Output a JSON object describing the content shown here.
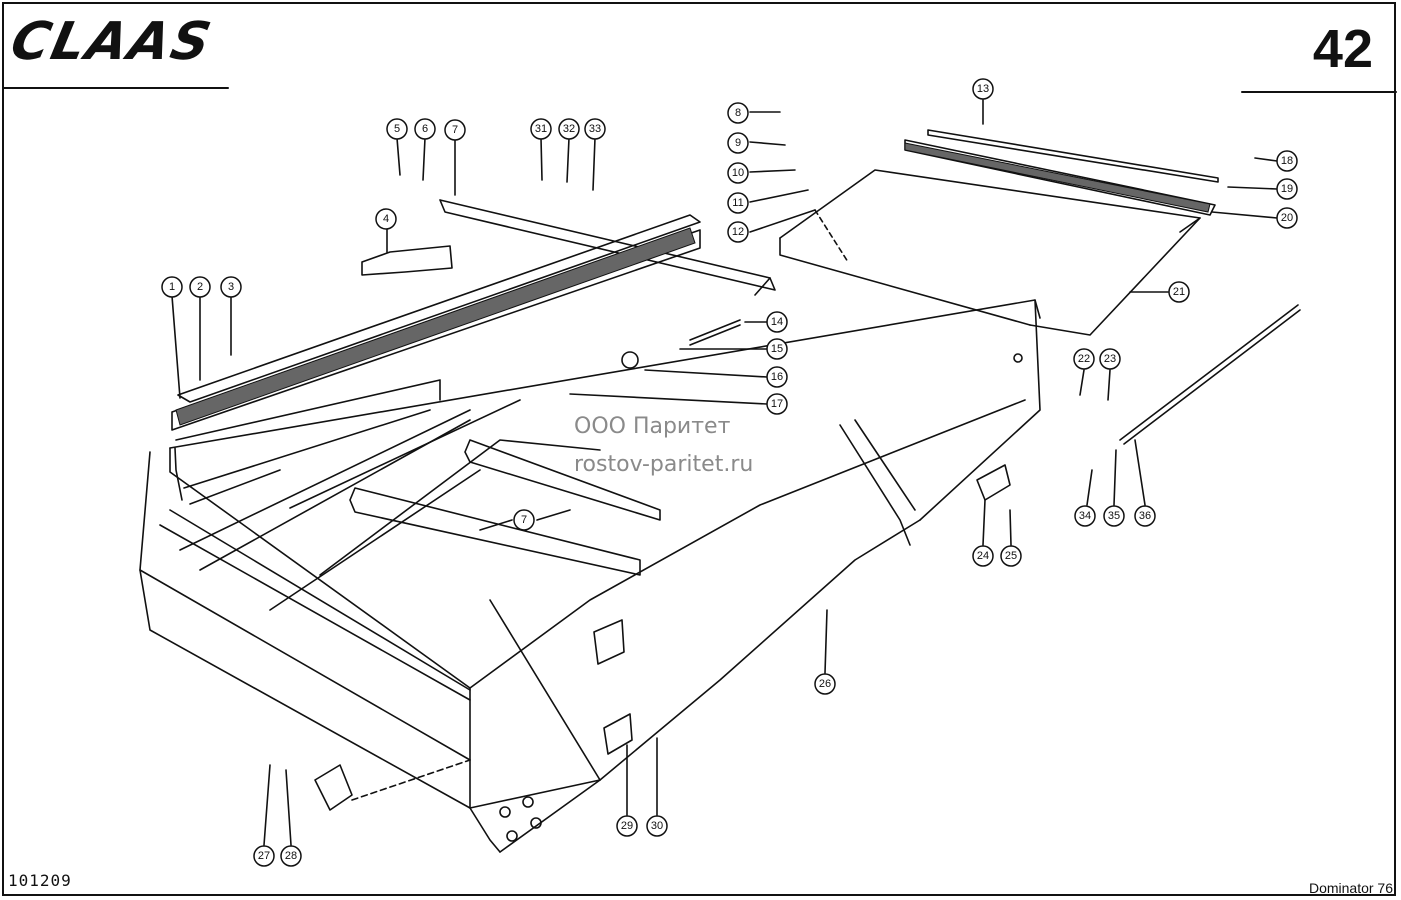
{
  "header": {
    "brand": "CLAAS",
    "page_number": "42"
  },
  "footer": {
    "drawing_number": "101209",
    "model": "Dominator 76"
  },
  "watermark": {
    "company": "ООО Паритет",
    "site": "rostov-paritet.ru"
  },
  "callouts": [
    "1",
    "2",
    "3",
    "4",
    "5",
    "6",
    "7",
    "8",
    "9",
    "10",
    "11",
    "12",
    "13",
    "14",
    "15",
    "16",
    "17",
    "18",
    "19",
    "20",
    "21",
    "22",
    "23",
    "24",
    "25",
    "26",
    "27",
    "28",
    "29",
    "30",
    "31",
    "32",
    "33",
    "34",
    "35",
    "36",
    "7"
  ]
}
